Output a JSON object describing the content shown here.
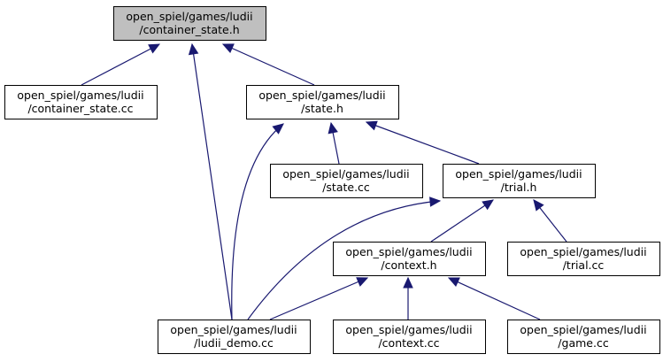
{
  "diagram": {
    "colors": {
      "edge": "#191970",
      "highlight_fill": "#bfbfbf",
      "node_fill": "#ffffff",
      "border": "#000000"
    },
    "nodes": [
      {
        "id": "container_state_h",
        "line1": "open_spiel/games/ludii",
        "line2": "/container_state.h",
        "highlighted": true
      },
      {
        "id": "container_state_cc",
        "line1": "open_spiel/games/ludii",
        "line2": "/container_state.cc",
        "highlighted": false
      },
      {
        "id": "state_h",
        "line1": "open_spiel/games/ludii",
        "line2": "/state.h",
        "highlighted": false
      },
      {
        "id": "state_cc",
        "line1": "open_spiel/games/ludii",
        "line2": "/state.cc",
        "highlighted": false
      },
      {
        "id": "trial_h",
        "line1": "open_spiel/games/ludii",
        "line2": "/trial.h",
        "highlighted": false
      },
      {
        "id": "context_h",
        "line1": "open_spiel/games/ludii",
        "line2": "/context.h",
        "highlighted": false
      },
      {
        "id": "trial_cc",
        "line1": "open_spiel/games/ludii",
        "line2": "/trial.cc",
        "highlighted": false
      },
      {
        "id": "ludii_demo_cc",
        "line1": "open_spiel/games/ludii",
        "line2": "/ludii_demo.cc",
        "highlighted": false
      },
      {
        "id": "context_cc",
        "line1": "open_spiel/games/ludii",
        "line2": "/context.cc",
        "highlighted": false
      },
      {
        "id": "game_cc",
        "line1": "open_spiel/games/ludii",
        "line2": "/game.cc",
        "highlighted": false
      }
    ],
    "edges": [
      {
        "from": "container_state_cc",
        "to": "container_state_h"
      },
      {
        "from": "ludii_demo_cc",
        "to": "container_state_h"
      },
      {
        "from": "state_h",
        "to": "container_state_h"
      },
      {
        "from": "ludii_demo_cc",
        "to": "state_h"
      },
      {
        "from": "state_cc",
        "to": "state_h"
      },
      {
        "from": "trial_h",
        "to": "state_h"
      },
      {
        "from": "ludii_demo_cc",
        "to": "trial_h"
      },
      {
        "from": "context_h",
        "to": "trial_h"
      },
      {
        "from": "trial_cc",
        "to": "trial_h"
      },
      {
        "from": "ludii_demo_cc",
        "to": "context_h"
      },
      {
        "from": "context_cc",
        "to": "context_h"
      },
      {
        "from": "game_cc",
        "to": "context_h"
      }
    ]
  }
}
